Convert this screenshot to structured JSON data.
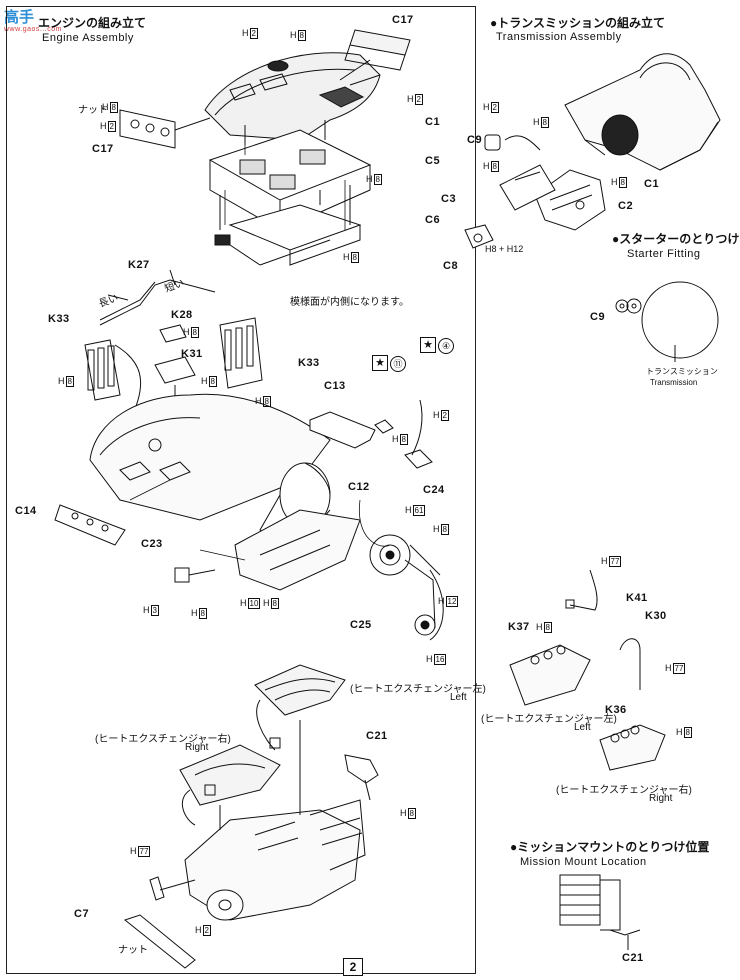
{
  "watermark": {
    "text": "高手",
    "sub": "www.gaos...com"
  },
  "engine": {
    "title_jp": "エンジンの組み立て",
    "title_en": "Engine  Assembly"
  },
  "transmission": {
    "title_jp": "●トランスミッションの組み立て",
    "title_en": "Transmission  Assembly"
  },
  "starter": {
    "title_jp": "●スターターのとりつけ",
    "title_en": "Starter  Fitting",
    "part": "C9",
    "note_jp": "トランスミッション",
    "note_en": "Transmission"
  },
  "mount": {
    "title_jp": "●ミッションマウントのとりつけ位置",
    "title_en": "Mission  Mount  Location",
    "part": "C21"
  },
  "labels": {
    "c17a": "C17",
    "c17b": "C17",
    "c1a": "C1",
    "c5": "C5",
    "c6": "C6",
    "nut1": "ナット",
    "k27": "K27",
    "long": "長い",
    "short": "短い",
    "k28": "K28",
    "k31": "K31",
    "k33a": "K33",
    "k33b": "K33",
    "mirror_note": "模様面が内側になります。",
    "c13": "C13",
    "c12": "C12",
    "c24": "C24",
    "c14": "C14",
    "c23": "C23",
    "c25": "C25",
    "star11": "⑪",
    "star4": "④",
    "heat_left_jp": "(ヒートエクスチェンジャー左)",
    "heat_left_en": "Left",
    "heat_right_jp": "(ヒートエクスチェンジャー右)",
    "heat_right_en": "Right",
    "c21": "C21",
    "c7": "C7",
    "nut2": "ナット",
    "c9": "C9",
    "c3": "C3",
    "c8": "C8",
    "c1b": "C1",
    "c2": "C2",
    "k41": "K41",
    "k30": "K30",
    "k37": "K37",
    "k36": "K36",
    "hl_jp2": "(ヒートエクスチェンジャー左)",
    "hl_en2": "Left",
    "hr_jp2": "(ヒートエクスチェンジャー右)",
    "hr_en2": "Right"
  },
  "h": {
    "h2": "2",
    "h8": "8",
    "h3": "3",
    "h10": "10",
    "h12": "12",
    "h16": "16",
    "h61": "61",
    "h77": "77",
    "h8p12": "H8 + H12"
  },
  "page_number": "2"
}
